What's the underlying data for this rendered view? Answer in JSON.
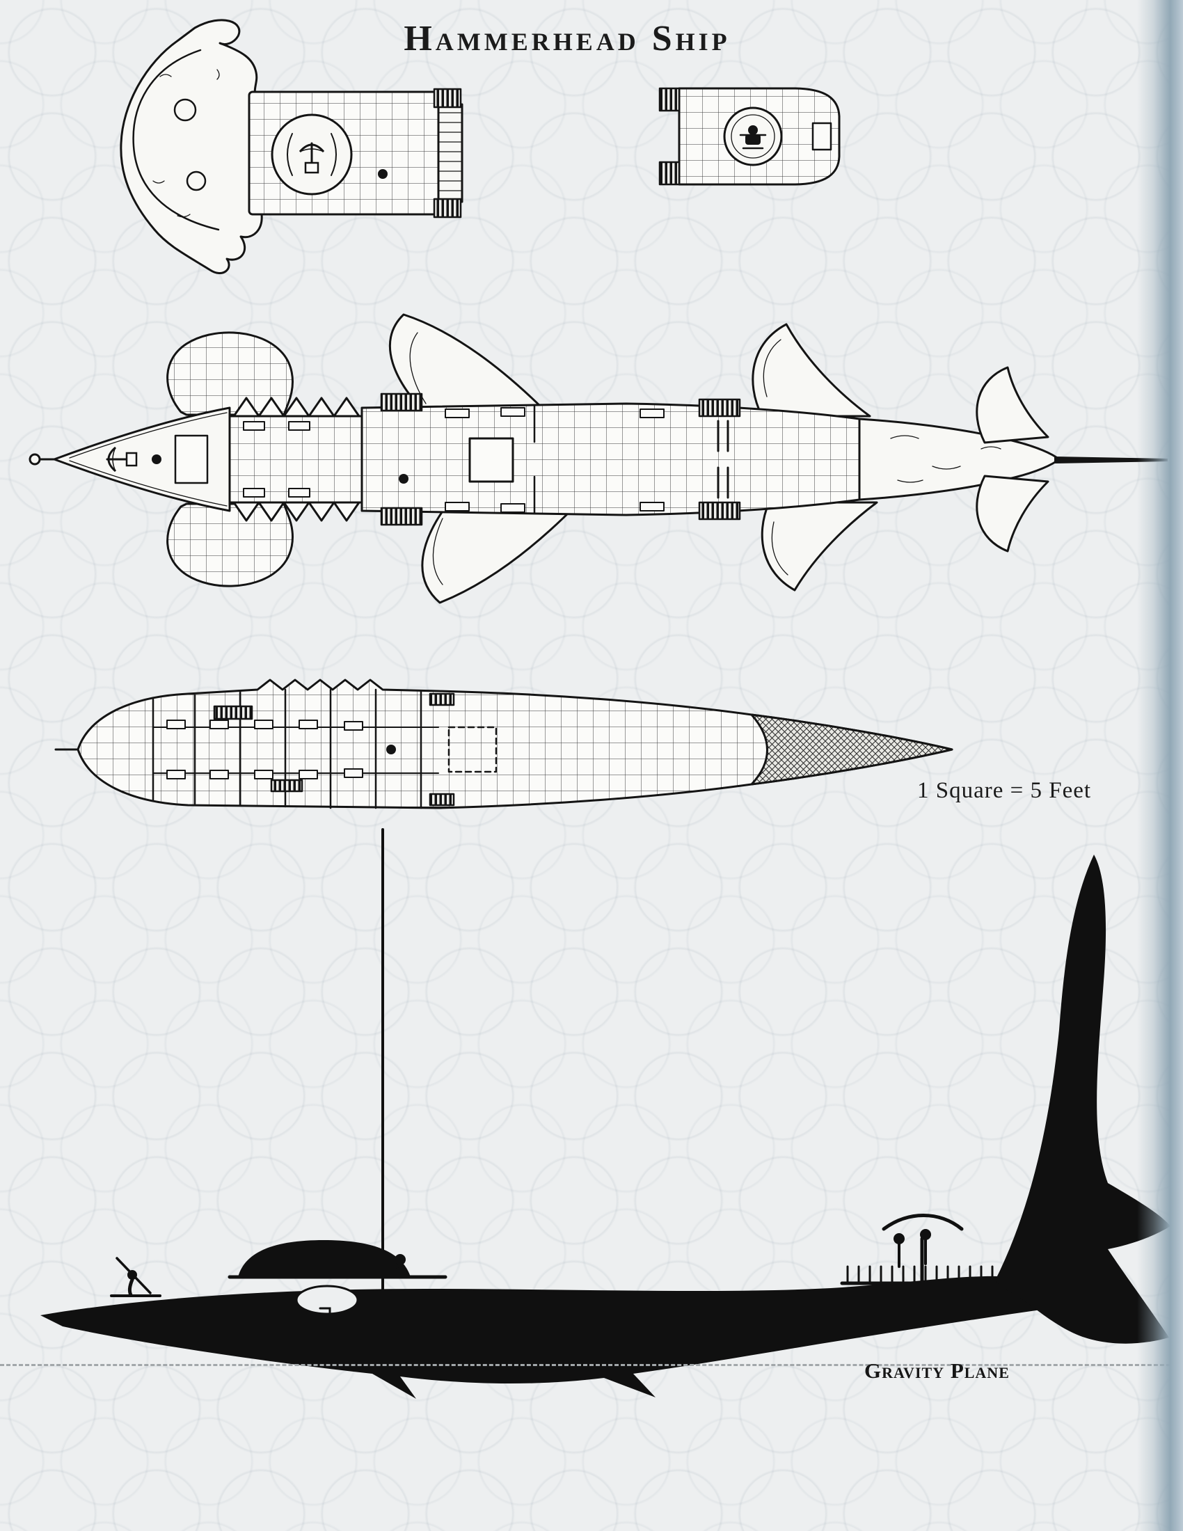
{
  "title": "Hammerhead Ship",
  "scale_note": "1 Square = 5 Feet",
  "gravity_label": "Gravity Plane",
  "colors": {
    "paper": "#edeff0",
    "ink": "#141414",
    "grid_line": "#3a3a3a",
    "edge_band": "#8fa6b4",
    "gravity_line": "#a2a7aa"
  }
}
